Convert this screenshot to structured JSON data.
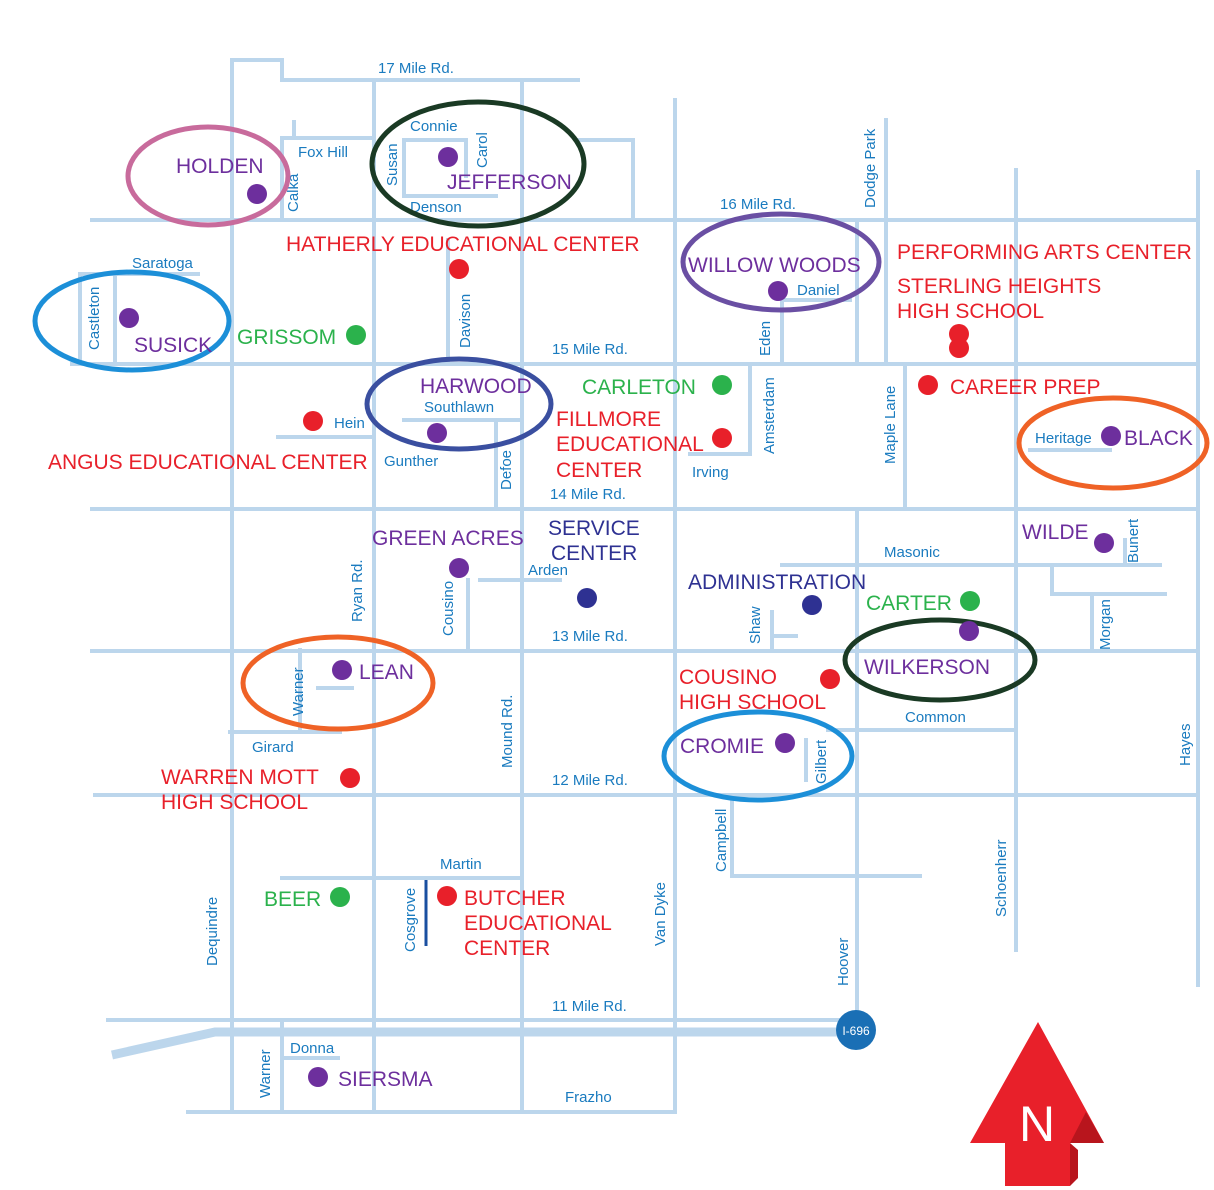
{
  "colors": {
    "road": "#bcd6ec",
    "street_label": "#1a7bbf",
    "high_school": "#e8202a",
    "middle_school": "#2bb24c",
    "elementary": "#6d2f9d",
    "admin": "#2e3192",
    "compass": "#e8202a"
  },
  "roads": {
    "mile_17": "17 Mile Rd.",
    "mile_16": "16 Mile Rd.",
    "mile_15": "15 Mile Rd.",
    "mile_14": "14 Mile Rd.",
    "mile_13": "13 Mile Rd.",
    "mile_12": "12 Mile Rd.",
    "mile_11": "11 Mile Rd.",
    "dequindre": "Dequindre",
    "ryan": "Ryan Rd.",
    "mound": "Mound Rd.",
    "van_dyke": "Van Dyke",
    "hoover": "Hoover",
    "schoenherr": "Schoenherr",
    "hayes": "Hayes",
    "dodge_park": "Dodge Park",
    "maple_lane": "Maple Lane",
    "amsterdam": "Amsterdam",
    "eden": "Eden",
    "davison": "Davison",
    "defoe": "Defoe",
    "calka": "Calka",
    "fox_hill": "Fox Hill",
    "connie": "Connie",
    "carol": "Carol",
    "susan": "Susan",
    "denson": "Denson",
    "saratoga": "Saratoga",
    "castleton": "Castleton",
    "daniel": "Daniel",
    "hein": "Hein",
    "southlawn": "Southlawn",
    "gunther": "Gunther",
    "irving": "Irving",
    "heritage": "Heritage",
    "masonic": "Masonic",
    "bunert": "Bunert",
    "morgan": "Morgan",
    "arden": "Arden",
    "cousino_st": "Cousino",
    "shaw": "Shaw",
    "warner": "Warner",
    "girard": "Girard",
    "common": "Common",
    "gilbert": "Gilbert",
    "campbell": "Campbell",
    "martin": "Martin",
    "cosgrove": "Cosgrove",
    "donna": "Donna",
    "warner_south": "Warner",
    "frazho": "Frazho",
    "i696": "I-696"
  },
  "schools": {
    "holden": "HOLDEN",
    "jefferson": "JEFFERSON",
    "hatherly_1": "HATHERLY EDUCATIONAL CENTER",
    "willow_woods": "WILLOW WOODS",
    "pac": "PERFORMING ARTS CENTER",
    "shhs_1": "STERLING HEIGHTS",
    "shhs_2": "HIGH SCHOOL",
    "susick": "SUSICK",
    "grissom": "GRISSOM",
    "harwood": "HARWOOD",
    "carleton": "CARLETON",
    "career_prep": "CAREER PREP",
    "fillmore_1": "FILLMORE",
    "fillmore_2": "EDUCATIONAL",
    "fillmore_3": "CENTER",
    "angus": "ANGUS EDUCATIONAL CENTER",
    "black": "BLACK",
    "green_acres": "GREEN ACRES",
    "service_1": "SERVICE",
    "service_2": "CENTER",
    "wilde": "WILDE",
    "administration": "ADMINISTRATION",
    "carter": "CARTER",
    "lean": "LEAN",
    "wilkerson": "WILKERSON",
    "cousino_1": "COUSINO",
    "cousino_2": "HIGH SCHOOL",
    "cromie": "CROMIE",
    "warren_mott_1": "WARREN MOTT",
    "warren_mott_2": "HIGH SCHOOL",
    "beer": "BEER",
    "butcher_1": "BUTCHER",
    "butcher_2": "EDUCATIONAL",
    "butcher_3": "CENTER",
    "siersma": "SIERSMA"
  },
  "compass": {
    "label": "N"
  }
}
